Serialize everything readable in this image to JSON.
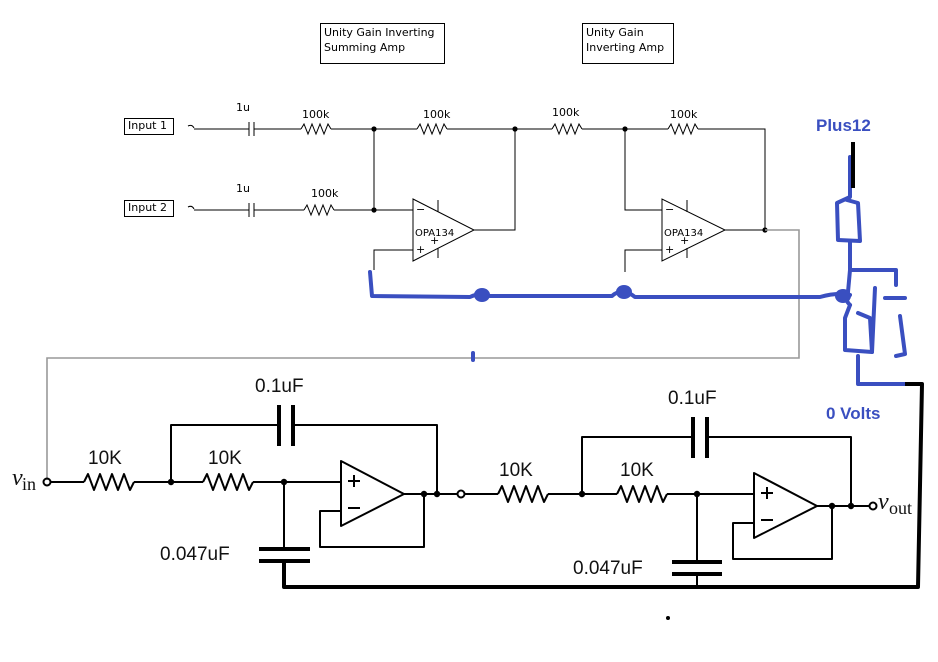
{
  "top_labels": {
    "summing_amp": "Unity Gain Inverting\nSumming Amp",
    "inverting_amp": "Unity Gain\nInverting Amp"
  },
  "inputs": {
    "input1": "Input 1",
    "input2": "Input 2"
  },
  "top_components": {
    "cap1": "1u",
    "cap2": "1u",
    "res_in1": "100k",
    "res_in2": "100k",
    "res_fb1": "100k",
    "res_mid": "100k",
    "res_fb2": "100k",
    "opamp1": "OPA134",
    "opamp2": "OPA134"
  },
  "power": {
    "plus": "Plus12",
    "ground": "0 Volts"
  },
  "bottom_components": {
    "vin_v": "v",
    "vin_sub": "in",
    "vout_v": "v",
    "vout_sub": "out",
    "r1": "10K",
    "r2": "10K",
    "c1": "0.1uF",
    "c2": "0.047uF",
    "r3": "10K",
    "r4": "10K",
    "c3": "0.1uF",
    "c4": "0.047uF"
  },
  "colors": {
    "wire": "#000000",
    "hand_blue": "#3a4fc0",
    "grey_wire": "#999999"
  }
}
